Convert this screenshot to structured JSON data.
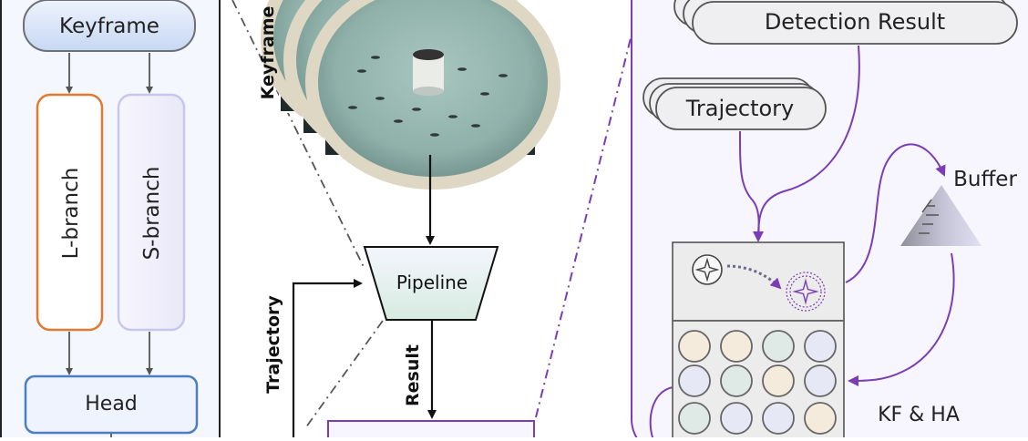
{
  "left_panel": {
    "keyframe_label": "Keyframe",
    "l_branch_label": "L-branch",
    "s_branch_label": "S-branch",
    "head_label": "Head"
  },
  "middle_panel": {
    "keyframe_vertical_label": "Keyframe",
    "pipeline_label": "Pipeline",
    "result_label": "Result",
    "trajectory_label": "Trajectory"
  },
  "right_panel": {
    "detection_result_label": "Detection Result",
    "trajectory_label": "Trajectory",
    "buffer_label": "Buffer",
    "kf_ha_label": "KF & HA"
  },
  "colors": {
    "orange_branch": "#e07a2e",
    "lavender_branch": "#c9c6ee",
    "blue_border": "#4a7fc4",
    "purple_accent": "#7b3db5",
    "panel_bg": "#f4f7fd"
  },
  "grid_circle_colors": [
    [
      "#f4ebdc",
      "#f4ebdc",
      "#dfe9e5",
      "#e7e8f6"
    ],
    [
      "#e7e8f6",
      "#dfe9e5",
      "#f4ebdc",
      "#e7e8f6"
    ],
    [
      "#dfe9e5",
      "#e7e8f6",
      "#e7e8f6",
      "#f4ebdc"
    ]
  ]
}
